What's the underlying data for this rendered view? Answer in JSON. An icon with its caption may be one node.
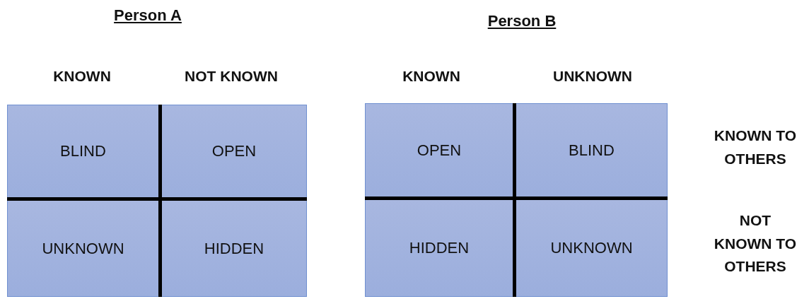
{
  "diagram": {
    "nodes": [
      {
        "text": [
          "BLIND"
        ]
      },
      {
        "text": [
          "OPEN"
        ]
      },
      {
        "text": [
          "UNKNOWN"
        ]
      },
      {
        "text": [
          "HIDDEN"
        ]
      },
      {
        "text": [
          "OPEN"
        ]
      },
      {
        "text": [
          "BLIND"
        ]
      },
      {
        "text": [
          "HIDDEN"
        ]
      },
      {
        "text": [
          "UNKNOWN"
        ]
      }
    ],
    "labels": [
      "Person A",
      "Person B",
      "KNOWN",
      "NOT KNOWN",
      "KNOWN",
      "UNKNOWN",
      "KNOWN TO OTHERS",
      "NOT KNOWN TO OTHERS"
    ]
  }
}
